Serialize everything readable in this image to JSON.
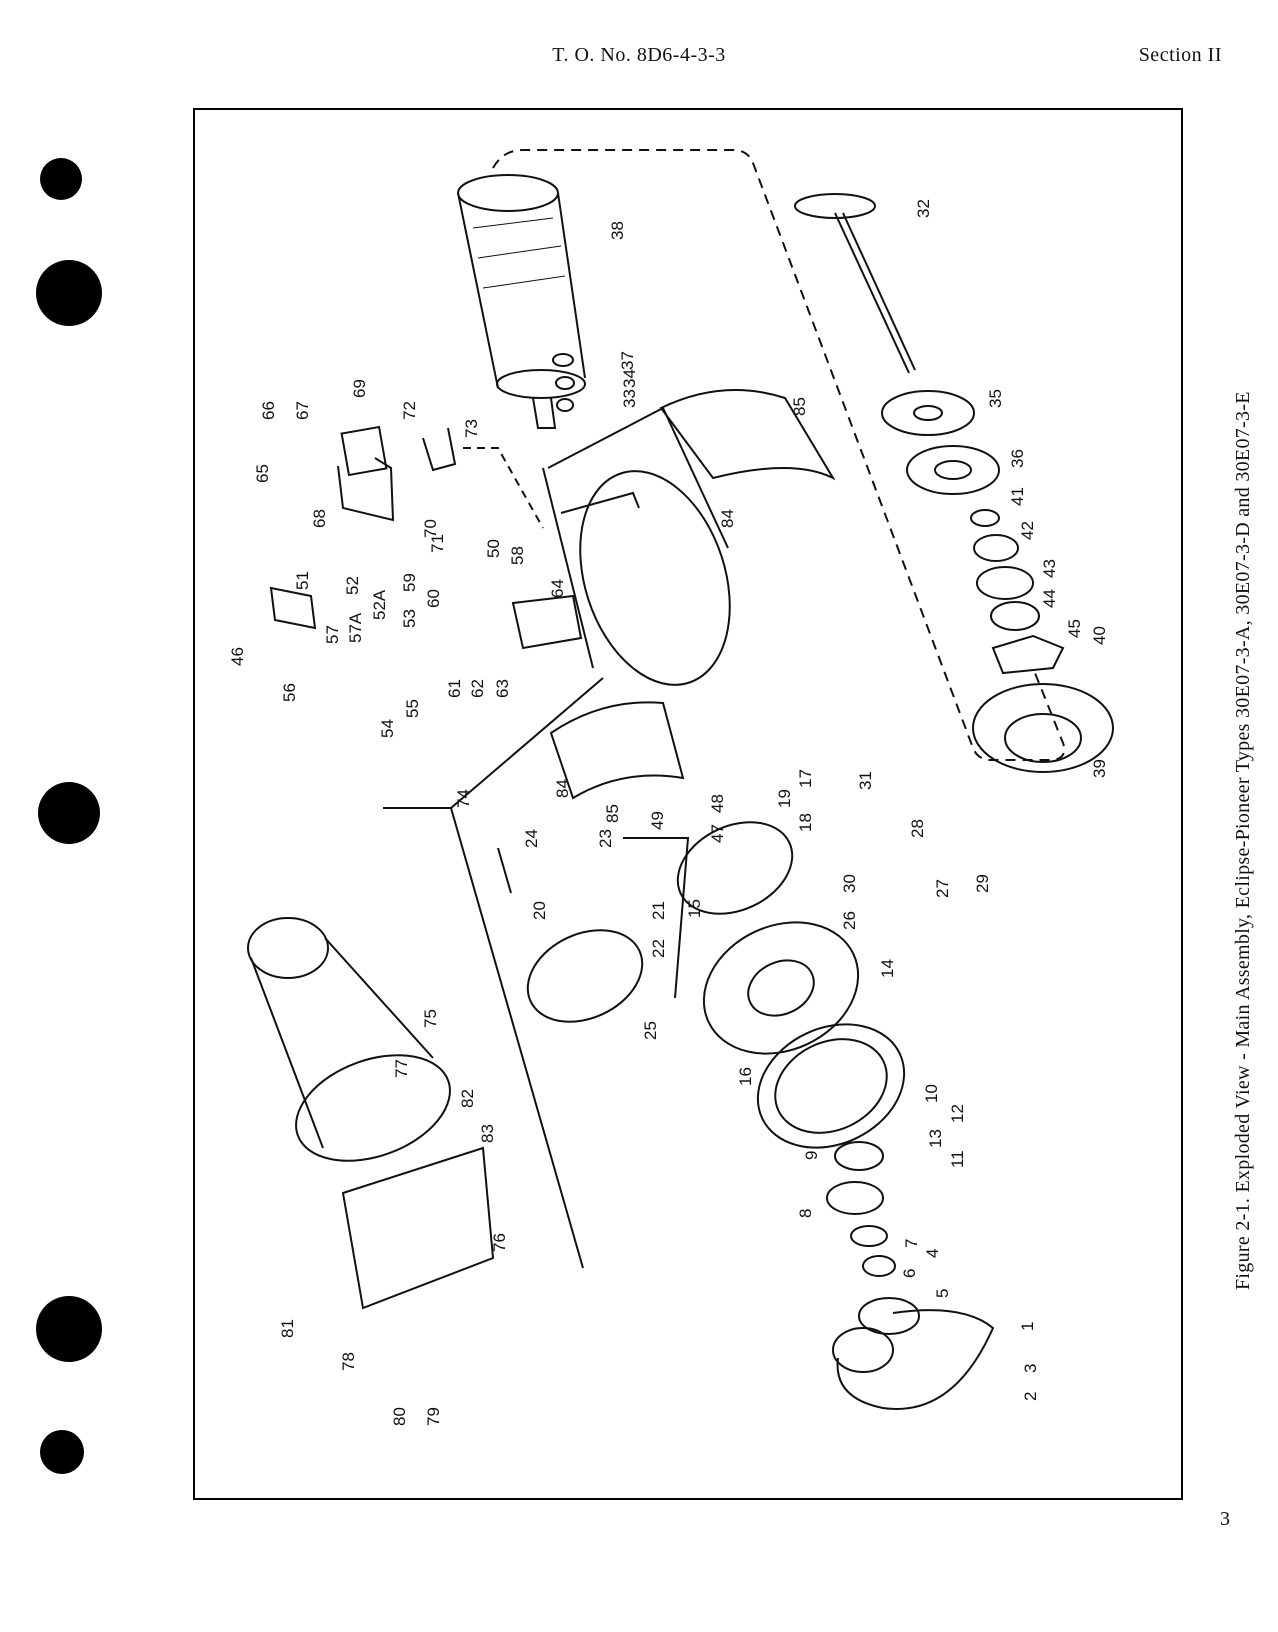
{
  "header": {
    "doc_number": "T. O. No. 8D6-4-3-3",
    "section": "Section II"
  },
  "caption": "Figure 2-1. Exploded View - Main Assembly, Eclipse-Pioneer Types 30E07-3-A, 30E07-3-D and 30E07-3-E",
  "page_number": "3",
  "callouts": [
    "1",
    "2",
    "3",
    "4",
    "5",
    "6",
    "7",
    "8",
    "9",
    "10",
    "11",
    "12",
    "13",
    "14",
    "15",
    "16",
    "17",
    "18",
    "19",
    "20",
    "21",
    "22",
    "23",
    "24",
    "25",
    "26",
    "27",
    "28",
    "29",
    "30",
    "31",
    "32",
    "33",
    "34",
    "35",
    "36",
    "37",
    "38",
    "39",
    "40",
    "41",
    "42",
    "43",
    "44",
    "45",
    "46",
    "47",
    "48",
    "49",
    "50",
    "51",
    "52",
    "52A",
    "53",
    "54",
    "55",
    "56",
    "57",
    "57A",
    "58",
    "59",
    "60",
    "61",
    "62",
    "63",
    "64",
    "65",
    "66",
    "67",
    "68",
    "69",
    "70",
    "71",
    "72",
    "73",
    "74",
    "75",
    "76",
    "77",
    "78",
    "79",
    "80",
    "81",
    "82",
    "83",
    "84",
    "85",
    "84",
    "85"
  ]
}
